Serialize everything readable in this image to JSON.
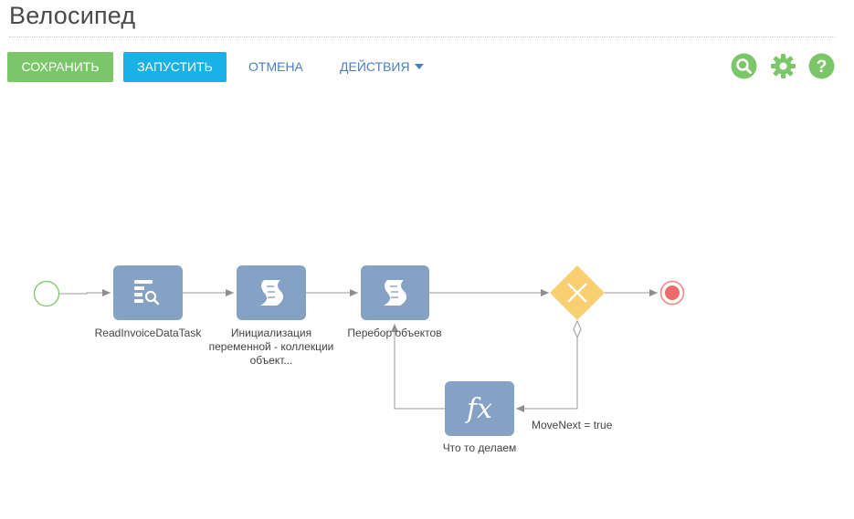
{
  "header": {
    "title": "Велосипед"
  },
  "toolbar": {
    "save_label": "СОХРАНИТЬ",
    "run_label": "ЗАПУСТИТЬ",
    "cancel_label": "ОТМЕНА",
    "actions_label": "ДЕЙСТВИЯ"
  },
  "tools": [
    {
      "icon": "search-icon"
    },
    {
      "icon": "gear-icon"
    },
    {
      "icon": "help-icon"
    }
  ],
  "colors": {
    "save": "#7cc66a",
    "run": "#1ab1e7",
    "link": "#4a7fc1",
    "task": "#85a2c4",
    "gateway": "#f9cf72",
    "start": "#7cc66a",
    "end": "#ee8484"
  },
  "diagram": {
    "nodes": [
      {
        "id": "start",
        "kind": "start-event",
        "label": ""
      },
      {
        "id": "read",
        "kind": "read-data-task",
        "icon": "read-data-icon",
        "label": "ReadInvoiceDataTask"
      },
      {
        "id": "init",
        "kind": "script-task",
        "icon": "script-icon",
        "label": "Инициализация переменной - коллекции объект..."
      },
      {
        "id": "loop",
        "kind": "script-task",
        "icon": "script-icon",
        "label": "Перебор объектов"
      },
      {
        "id": "gateway",
        "kind": "exclusive-gateway",
        "label": ""
      },
      {
        "id": "end",
        "kind": "end-event",
        "label": ""
      },
      {
        "id": "formula",
        "kind": "formula-task",
        "icon": "formula-icon",
        "icon_text": "fx",
        "label": "Что то делаем"
      }
    ],
    "flows": [
      {
        "from": "start",
        "to": "read",
        "label": ""
      },
      {
        "from": "read",
        "to": "init",
        "label": ""
      },
      {
        "from": "init",
        "to": "loop",
        "label": ""
      },
      {
        "from": "loop",
        "to": "gateway",
        "label": ""
      },
      {
        "from": "gateway",
        "to": "end",
        "label": ""
      },
      {
        "from": "gateway",
        "to": "formula",
        "label": "MoveNext = true",
        "conditional": true
      },
      {
        "from": "formula",
        "to": "loop",
        "label": ""
      }
    ]
  }
}
